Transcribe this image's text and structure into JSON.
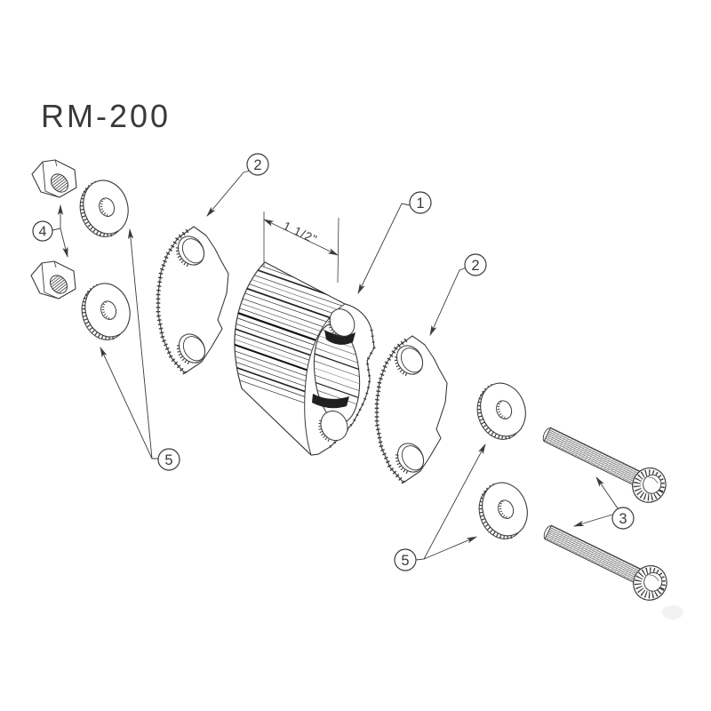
{
  "drawing": {
    "title": "RM-200",
    "dimension_label": "1 1/2\"",
    "balloons": {
      "b1": "1",
      "b2_left": "2",
      "b2_right": "2",
      "b3": "3",
      "b4": "4",
      "b5_left": "5",
      "b5_right": "5"
    }
  },
  "style": {
    "line_color": "#3a3a3a",
    "background": "#ffffff"
  }
}
